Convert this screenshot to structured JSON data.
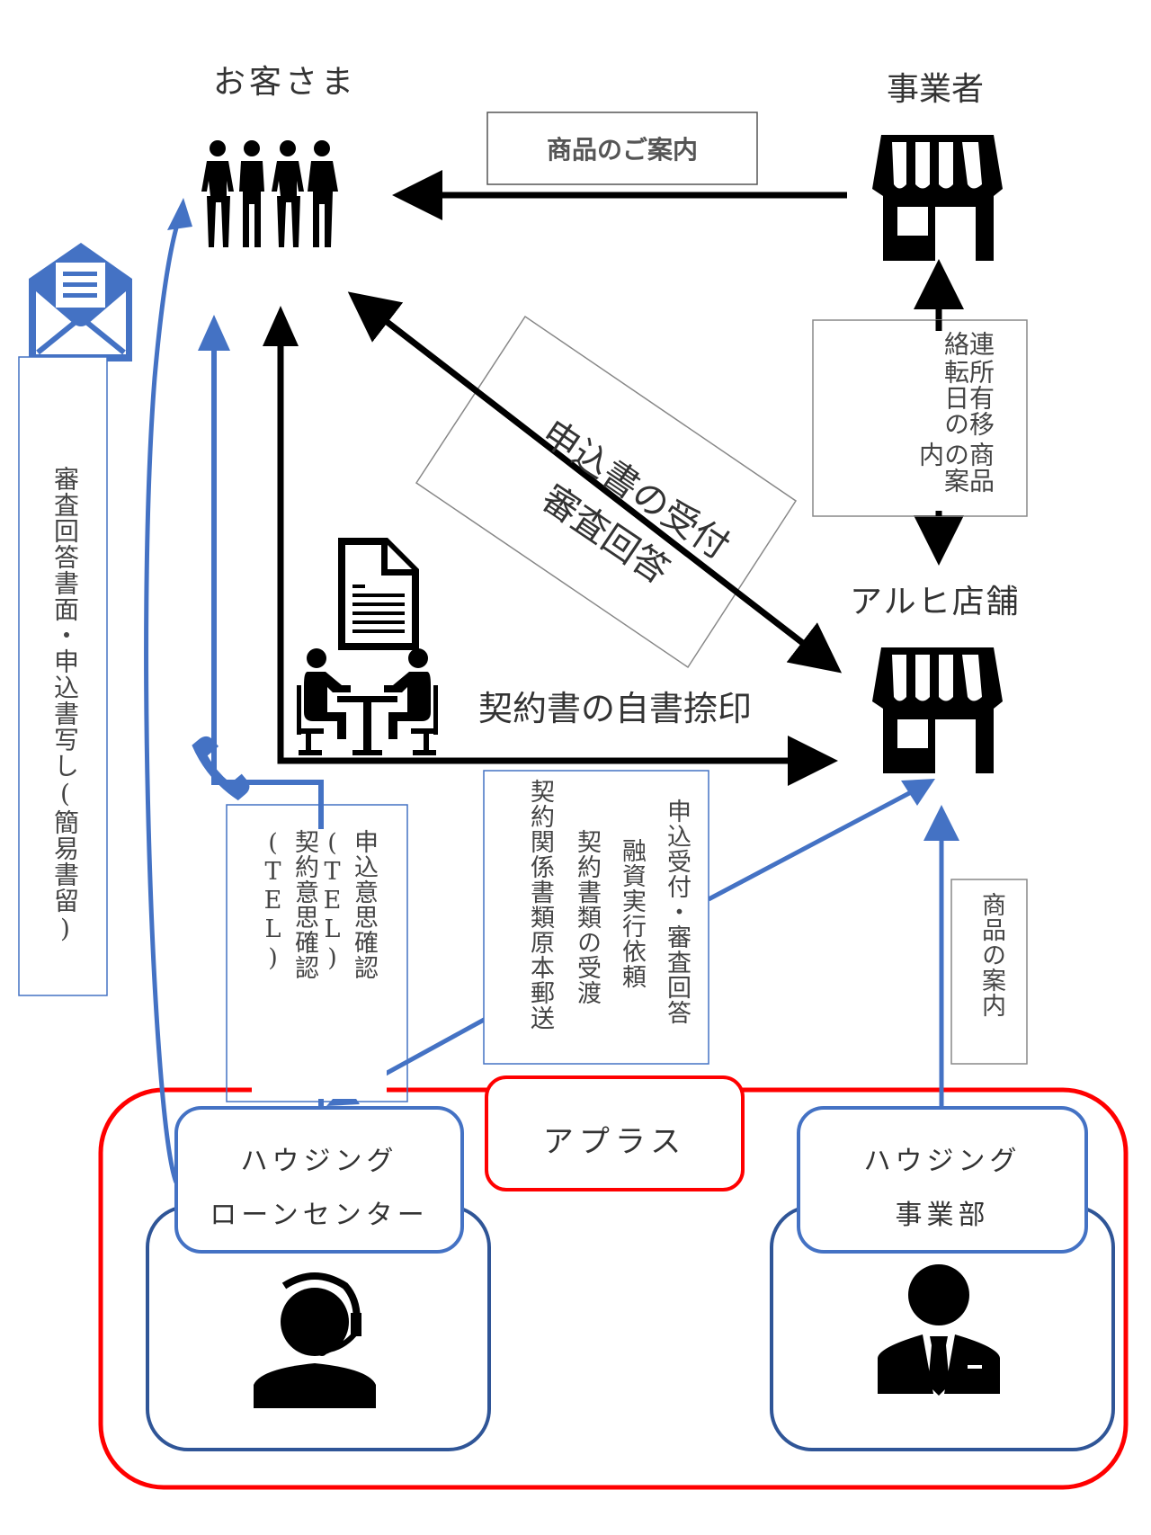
{
  "title": "アプラス 住宅ローン業務フロー図",
  "nodes": {
    "customer": {
      "label": "お客さま",
      "icon": "people-group-icon"
    },
    "business_operator": {
      "label": "事業者",
      "icon": "storefront-icon"
    },
    "aruhi_store": {
      "label": "アルヒ店舗",
      "icon": "storefront-icon"
    },
    "aplus": {
      "label": "アプラス"
    },
    "loan_center": {
      "line1": "ハウジング",
      "line2": "ローンセンター",
      "icon": "call-center-operator-icon"
    },
    "housing_division": {
      "line1": "ハウジング",
      "line2": "事業部",
      "icon": "businessman-icon"
    }
  },
  "edges": {
    "operator_to_customer": {
      "label": "商品のご案内",
      "color": "#000000"
    },
    "operator_aruhi": {
      "label_col1": "商品の案内",
      "label_col2": "所有移転日の",
      "label_col3": "連絡",
      "color": "#000000"
    },
    "customer_aruhi_diag": {
      "line1": "申込書の受付",
      "line2": "審査回答",
      "color": "#000000"
    },
    "contract_signing": {
      "label": "契約書の自書捺印",
      "icon": "meeting-table-icon",
      "doc_icon": "document-icon",
      "color": "#000000"
    },
    "mail_to_customer": {
      "label": "審査回答書面・申込書写し(簡易書留)",
      "icon": "envelope-icon",
      "color": "#4472c4"
    },
    "phone_to_customer": {
      "col1": "申込意思確認(TEL)",
      "col2": "契約意思確認(TEL)",
      "icon": "telephone-icon",
      "color": "#4472c4"
    },
    "aruhi_loan_center": {
      "col1": "申込受付・審査回答",
      "col2": "融資実行依頼",
      "col3": "契約書類の受渡",
      "col4": "契約関係書類原本郵送",
      "color": "#4472c4"
    },
    "housing_to_aruhi": {
      "label": "商品の案内",
      "color": "#4472c4"
    }
  },
  "colors": {
    "aplus_border": "#ff0000",
    "blue": "#4472c4",
    "dark_blue": "#2f5597",
    "black": "#000000",
    "gray_border": "#7f7f7f"
  }
}
